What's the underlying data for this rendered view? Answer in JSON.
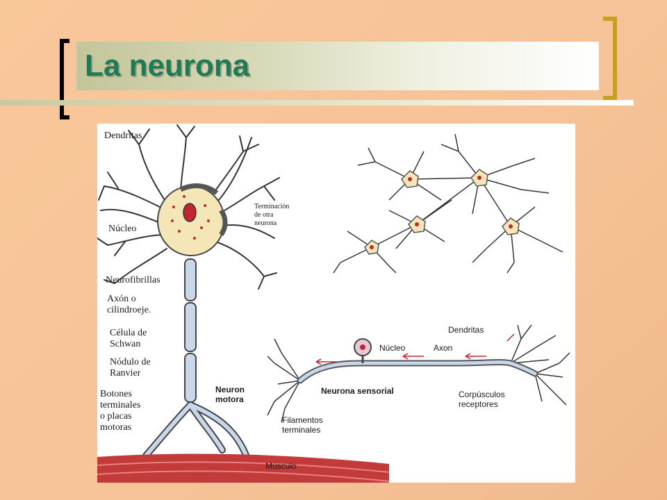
{
  "slide": {
    "title": "La neurona"
  },
  "diagram": {
    "motor_neuron": {
      "dendritas": "Dendritas",
      "terminacion": "Terminación\nde otra\nneurona",
      "nucleo": "Núcleo",
      "neurofibrillas": "Neurofibrillas",
      "axon": "Axón o\ncilindroeje.",
      "schwan": "Célula de\nSchwan",
      "ranvier": "Nódulo de\nRanvier",
      "botones": "Botones\nterminales\no placas\nmotoras",
      "neurona_motora": "Neuron\nmotora",
      "musculo": "Músculo"
    },
    "sensory_neuron": {
      "dendritas": "Dendritas",
      "nucleo": "Núcleo",
      "axon": "Axon",
      "neurona_sensorial": "Neurona sensorial",
      "corpusculos": "Corpúsculos\nreceptores",
      "filamentos": "Filamentos\nterminales"
    }
  }
}
